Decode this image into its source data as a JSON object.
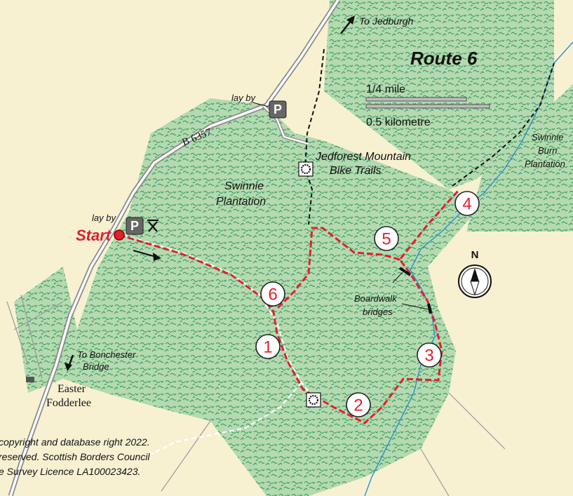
{
  "title": "Route 6",
  "scale": {
    "miles": "1/4 mile",
    "km": "0.5 kilometre"
  },
  "labels": {
    "to_jedburgh": "To Jedburgh",
    "lay_by_top": "lay by",
    "lay_by_start": "lay by",
    "road": "B 6357",
    "jedforest_line1": "Jedforest Mountain",
    "jedforest_line2": "Bike Trails",
    "swinnie_line1": "Swinnie",
    "swinnie_line2": "Plantation",
    "burn_line1": "Swinnie",
    "burn_line2": "Burn",
    "burn_line3": "Plantation",
    "start": "Start",
    "boardwalk_line1": "Boardwalk",
    "boardwalk_line2": "bridges",
    "to_bonchester_line1": "To Bonchester",
    "to_bonchester_line2": "Bridge",
    "easter_line1": "Easter",
    "easter_line2": "Fodderlee",
    "north": "N",
    "parking": "P"
  },
  "waypoints": [
    "1",
    "2",
    "3",
    "4",
    "5",
    "6"
  ],
  "copyright": [
    "copyright and database right 2022.",
    "reserved.  Scottish Borders Council",
    "e Survey Licence  LA100023423."
  ],
  "colors": {
    "background": "#f7f1d2",
    "forest": "#b5d9b0",
    "tree_texture": "#2f9a5a",
    "route": "#e0202e",
    "road": "#888888",
    "stream": "#2b8fd0"
  }
}
